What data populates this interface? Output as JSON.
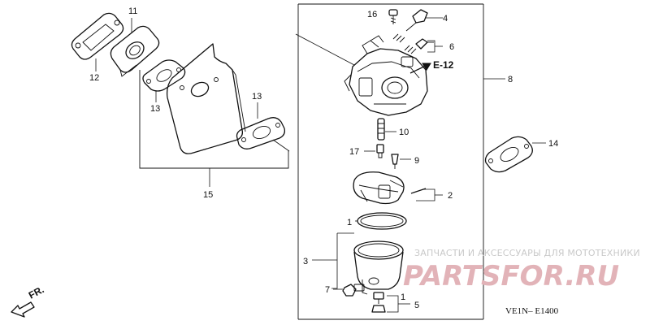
{
  "diagram": {
    "parts": [
      {
        "id": "p1",
        "label": "1"
      },
      {
        "id": "p1b",
        "label": "1"
      },
      {
        "id": "p2",
        "label": "2"
      },
      {
        "id": "p3",
        "label": "3"
      },
      {
        "id": "p4",
        "label": "4"
      },
      {
        "id": "p5",
        "label": "5"
      },
      {
        "id": "p6",
        "label": "6"
      },
      {
        "id": "p7",
        "label": "7"
      },
      {
        "id": "p8",
        "label": "8"
      },
      {
        "id": "p9",
        "label": "9"
      },
      {
        "id": "p10",
        "label": "10"
      },
      {
        "id": "p11",
        "label": "11"
      },
      {
        "id": "p12",
        "label": "12"
      },
      {
        "id": "p13a",
        "label": "13"
      },
      {
        "id": "p13b",
        "label": "13"
      },
      {
        "id": "p14",
        "label": "14"
      },
      {
        "id": "p15",
        "label": "15"
      },
      {
        "id": "p16",
        "label": "16"
      },
      {
        "id": "p17",
        "label": "17"
      }
    ],
    "reference": "E-12",
    "direction": "FR.",
    "drawing_code": "VE1N– E1400"
  },
  "watermark": {
    "tagline": "ЗАПЧАСТИ И АКСЕССУАРЫ ДЛЯ МОТОТЕХНИКИ",
    "site": "PARTSFOR.RU"
  }
}
